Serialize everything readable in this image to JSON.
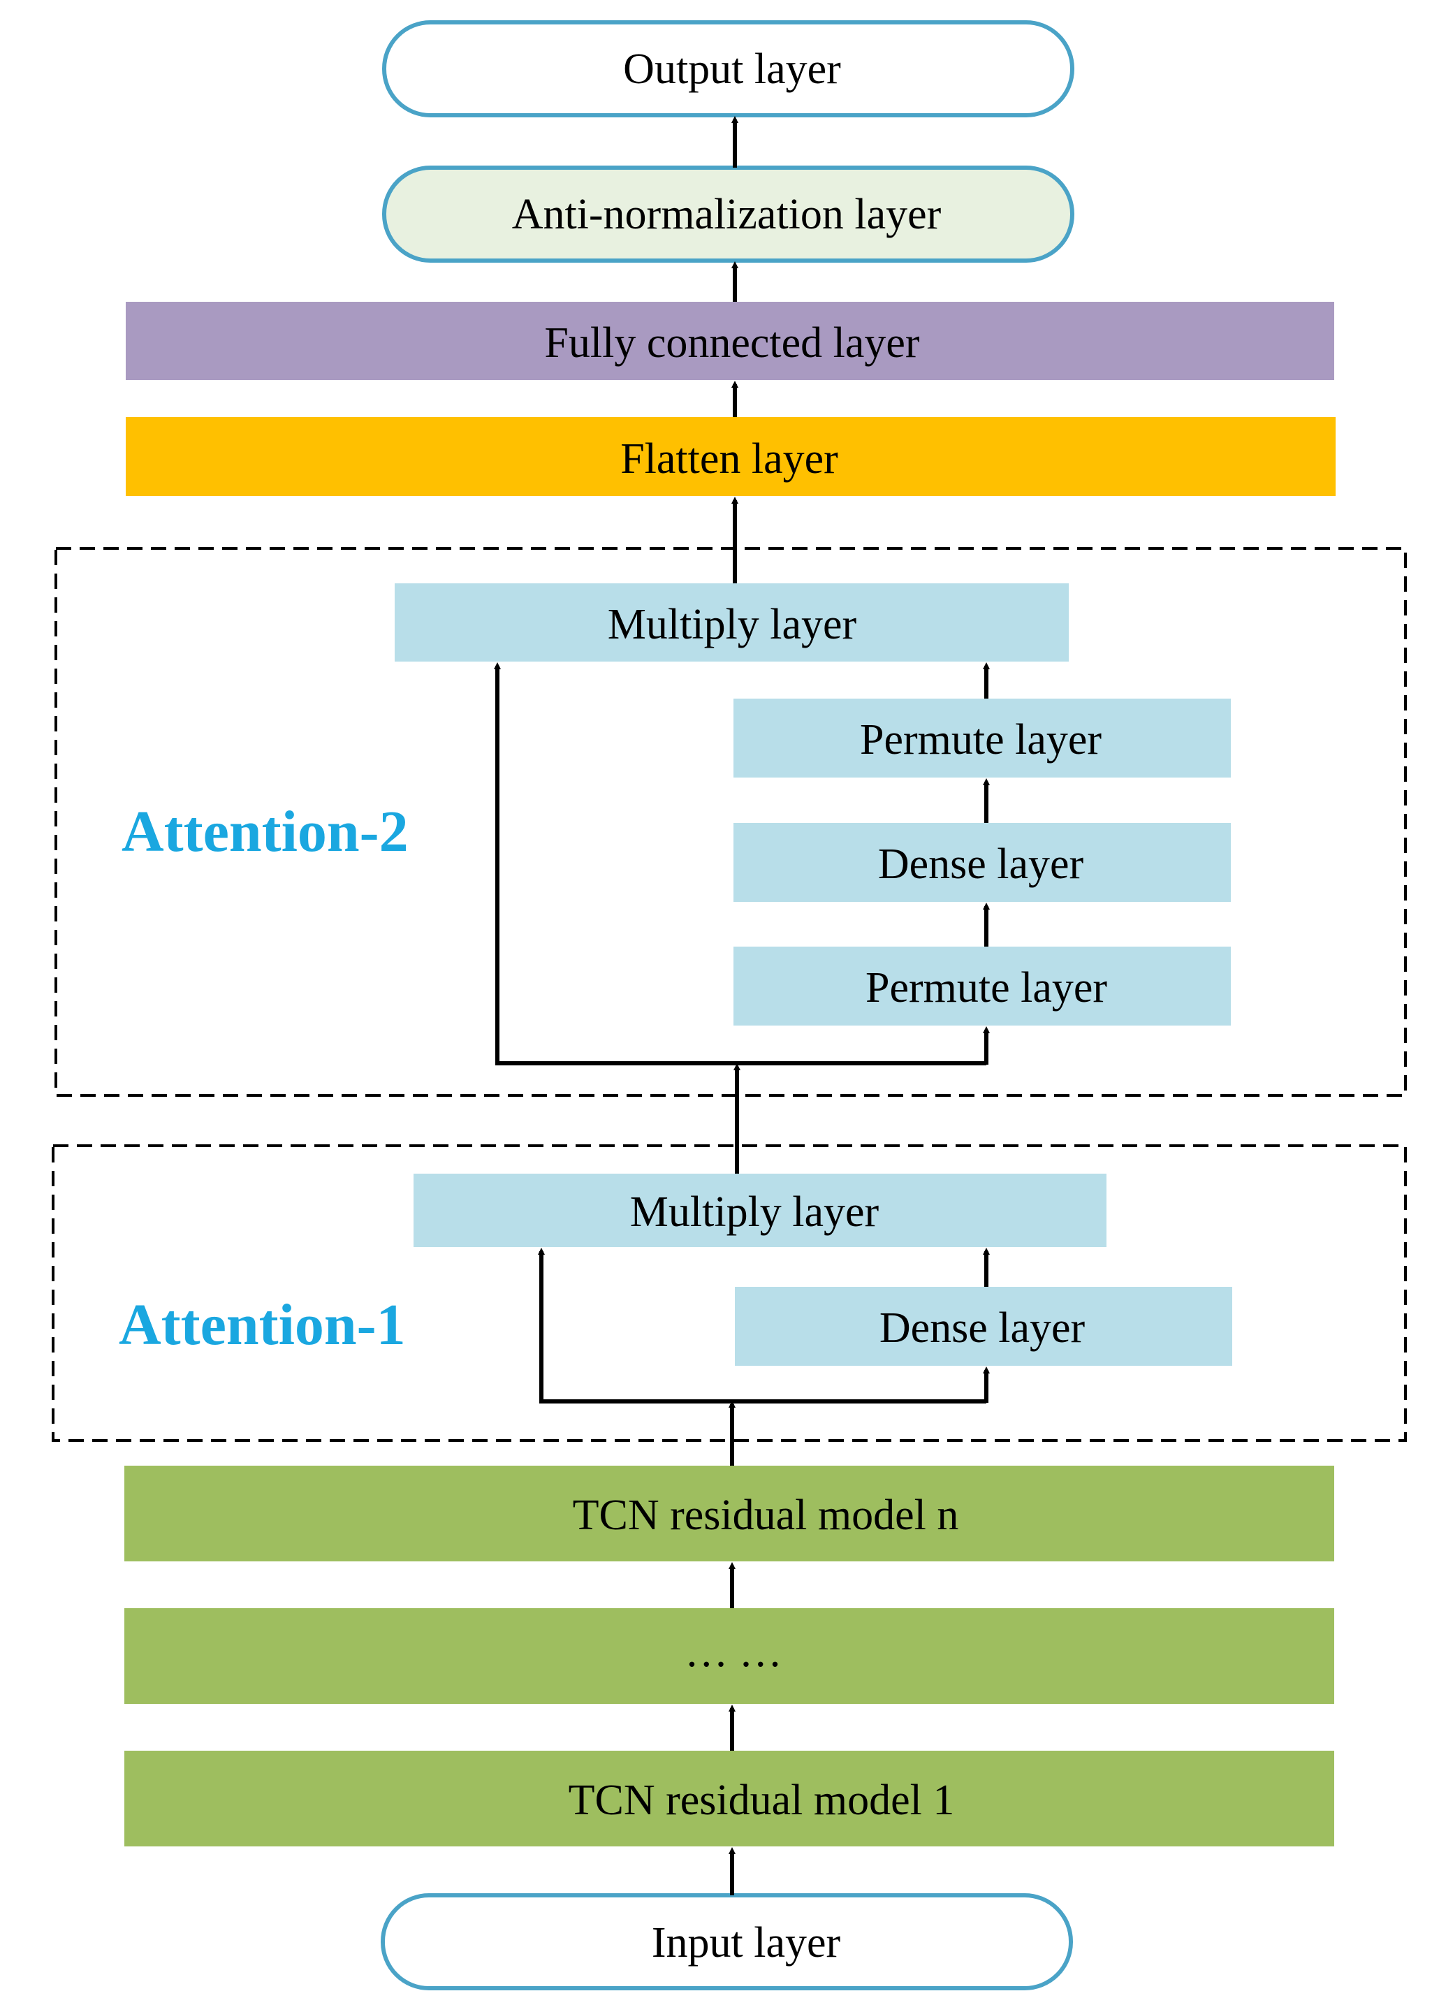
{
  "diagram": {
    "nodes": {
      "output": {
        "label": "Output layer"
      },
      "anti_norm": {
        "label": "Anti-normalization layer"
      },
      "fully_connected": {
        "label": "Fully connected layer"
      },
      "flatten": {
        "label": "Flatten layer"
      },
      "multiply_2": {
        "label": "Multiply layer"
      },
      "permute_top": {
        "label": "Permute layer"
      },
      "dense_2": {
        "label": "Dense layer"
      },
      "permute_bottom": {
        "label": "Permute layer"
      },
      "multiply_1": {
        "label": "Multiply layer"
      },
      "dense_1": {
        "label": "Dense layer"
      },
      "tcn_n": {
        "label": "TCN residual model n"
      },
      "tcn_mid": {
        "label": "… …"
      },
      "tcn_1": {
        "label": "TCN residual model 1"
      },
      "input": {
        "label": "Input layer"
      }
    },
    "groups": {
      "attention_2": {
        "label": "Attention-2"
      },
      "attention_1": {
        "label": "Attention-1"
      }
    },
    "colors": {
      "terminal_border": "#4aa3c7",
      "anti_norm_fill": "#e8f1e0",
      "fully_connected_fill": "#a99ac1",
      "flatten_fill": "#ffc000",
      "attention_block_fill": "#b8dee9",
      "tcn_fill": "#9ebe5f",
      "group_label": "#1aa7e0"
    }
  }
}
